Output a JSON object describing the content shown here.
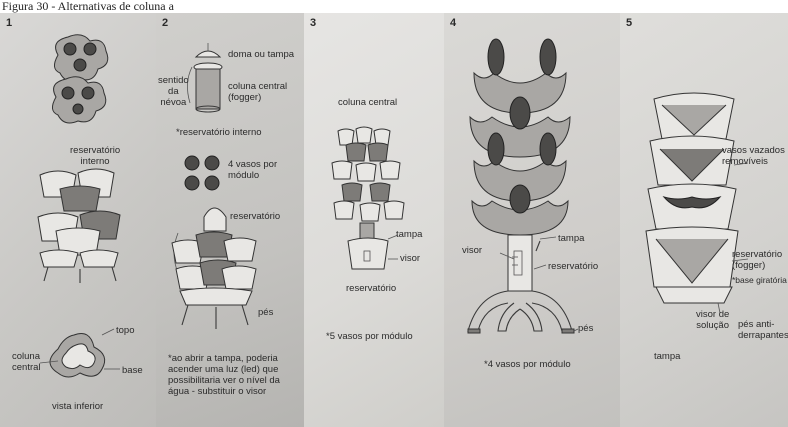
{
  "caption": "Figura 30 - Alternativas de coluna a",
  "panels": [
    {
      "number": "1",
      "labels": {
        "reservatorio_interno": "reservatório\ninterno",
        "topo": "topo",
        "coluna_central": "coluna\ncentral",
        "base": "base",
        "vista_inferior": "vista inferior"
      }
    },
    {
      "number": "2",
      "labels": {
        "doma_tampa": "doma ou tampa",
        "sentido_nevoa": "sentido\nda\nnévoa",
        "coluna_central": "coluna central\n(fogger)",
        "reservatorio_interno": "*reservatório interno",
        "vasos_modulo": "4 vasos por\nmódulo",
        "reservatorio": "reservatório",
        "pes": "pés",
        "nota": "*ao abrir a tampa, poderia acender uma luz (led) que possibilitaria ver o nível da água - substituir o visor"
      }
    },
    {
      "number": "3",
      "labels": {
        "coluna_central": "coluna central",
        "tampa": "tampa",
        "visor": "visor",
        "reservatorio": "reservatório",
        "nota": "*5 vasos por módulo"
      }
    },
    {
      "number": "4",
      "labels": {
        "tampa": "tampa",
        "visor": "visor",
        "reservatorio": "reservatório",
        "pes": "pés",
        "nota": "*4 vasos por módulo"
      }
    },
    {
      "number": "5",
      "labels": {
        "vasos_removiveis": "vasos vazados\nremovíveis",
        "reservatorio_fogger": "reservatório\n(fogger)",
        "base_giratoria": "*base giratória",
        "visor_solucao": "visor de\nsolução",
        "pes_anti": "pés anti-\nderrapantes",
        "tampa": "tampa"
      }
    }
  ]
}
